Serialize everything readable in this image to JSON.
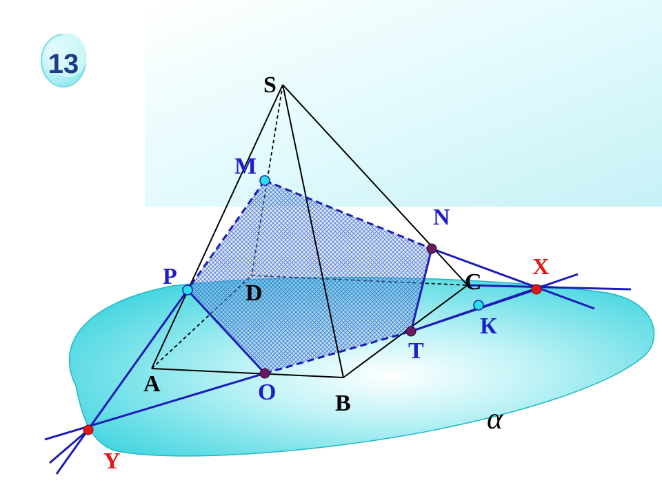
{
  "problem_number": "13",
  "plane_label": "α",
  "vertices": {
    "S": "S",
    "A": "A",
    "B": "B",
    "C": "C",
    "D": "D"
  },
  "points": {
    "M": "M",
    "N": "N",
    "P": "P",
    "O": "O",
    "T": "T",
    "K": "К"
  },
  "intersections": {
    "X": "X",
    "Y": "Y"
  },
  "colors": {
    "edge": "#000000",
    "section_line": "#1c1cb5",
    "section_fill": "#5a7ad6",
    "plane_fill": "#3ad6e0",
    "point_cyan": "#28e0e8",
    "point_purple": "#6a1a5e",
    "point_red": "#e01818",
    "label_blue": "#1f1fc9",
    "label_red": "#e01818"
  }
}
